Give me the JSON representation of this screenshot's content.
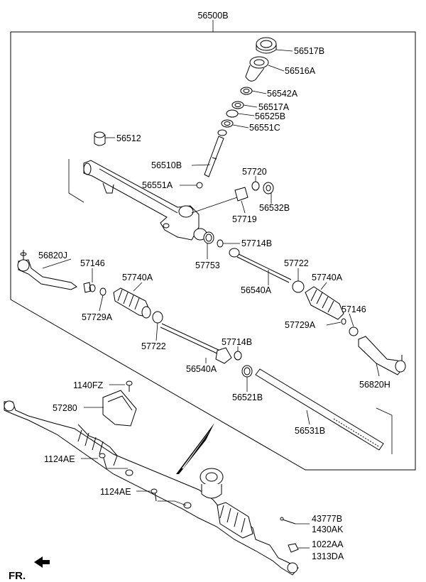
{
  "diagram": {
    "main_assembly": "56500B",
    "footer_label": "FR.",
    "labels": [
      {
        "id": "56500B",
        "text": "56500B"
      },
      {
        "id": "56517B",
        "text": "56517B"
      },
      {
        "id": "56516A",
        "text": "56516A"
      },
      {
        "id": "56542A",
        "text": "56542A"
      },
      {
        "id": "56517A",
        "text": "56517A"
      },
      {
        "id": "56525B",
        "text": "56525B"
      },
      {
        "id": "56551C",
        "text": "56551C"
      },
      {
        "id": "56512",
        "text": "56512"
      },
      {
        "id": "56510B",
        "text": "56510B"
      },
      {
        "id": "57720",
        "text": "57720"
      },
      {
        "id": "56551A",
        "text": "56551A"
      },
      {
        "id": "56532B",
        "text": "56532B"
      },
      {
        "id": "57719",
        "text": "57719"
      },
      {
        "id": "57714B_top",
        "text": "57714B"
      },
      {
        "id": "57753",
        "text": "57753"
      },
      {
        "id": "56820J",
        "text": "56820J"
      },
      {
        "id": "57146_left",
        "text": "57146"
      },
      {
        "id": "57740A_left",
        "text": "57740A"
      },
      {
        "id": "57722_right",
        "text": "57722"
      },
      {
        "id": "57740A_right",
        "text": "57740A"
      },
      {
        "id": "56540A_top",
        "text": "56540A"
      },
      {
        "id": "57729A_left",
        "text": "57729A"
      },
      {
        "id": "57146_right",
        "text": "57146"
      },
      {
        "id": "57729A_right",
        "text": "57729A"
      },
      {
        "id": "57722_left",
        "text": "57722"
      },
      {
        "id": "57714B_mid",
        "text": "57714B"
      },
      {
        "id": "56540A_mid",
        "text": "56540A"
      },
      {
        "id": "56820H",
        "text": "56820H"
      },
      {
        "id": "56521B",
        "text": "56521B"
      },
      {
        "id": "1140FZ",
        "text": "1140FZ"
      },
      {
        "id": "57280",
        "text": "57280"
      },
      {
        "id": "56531B",
        "text": "56531B"
      },
      {
        "id": "1124AE_top",
        "text": "1124AE"
      },
      {
        "id": "1124AE_bottom",
        "text": "1124AE"
      },
      {
        "id": "43777B",
        "text": "43777B"
      },
      {
        "id": "1430AK",
        "text": "1430AK"
      },
      {
        "id": "1022AA",
        "text": "1022AA"
      },
      {
        "id": "1313DA",
        "text": "1313DA"
      }
    ]
  }
}
